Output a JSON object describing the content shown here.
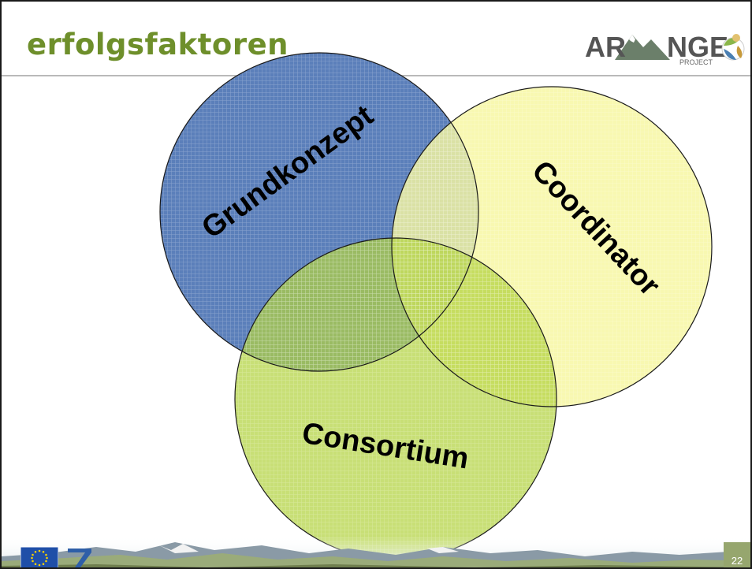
{
  "slide": {
    "title": "erfolgsfaktoren",
    "page_number": "22"
  },
  "logo": {
    "name": "ARANGE",
    "subtitle": "PROJECT"
  },
  "diagram": {
    "circles": [
      {
        "label": "Grundkonzept",
        "color": "#5b7fba"
      },
      {
        "label": "Coordinator",
        "color": "#f7f6a0"
      },
      {
        "label": "Consortium",
        "color": "#b3d241"
      }
    ]
  },
  "footer": {
    "eu_flag_color": "#1f4fa8",
    "eu_star_color": "#f5d000"
  }
}
